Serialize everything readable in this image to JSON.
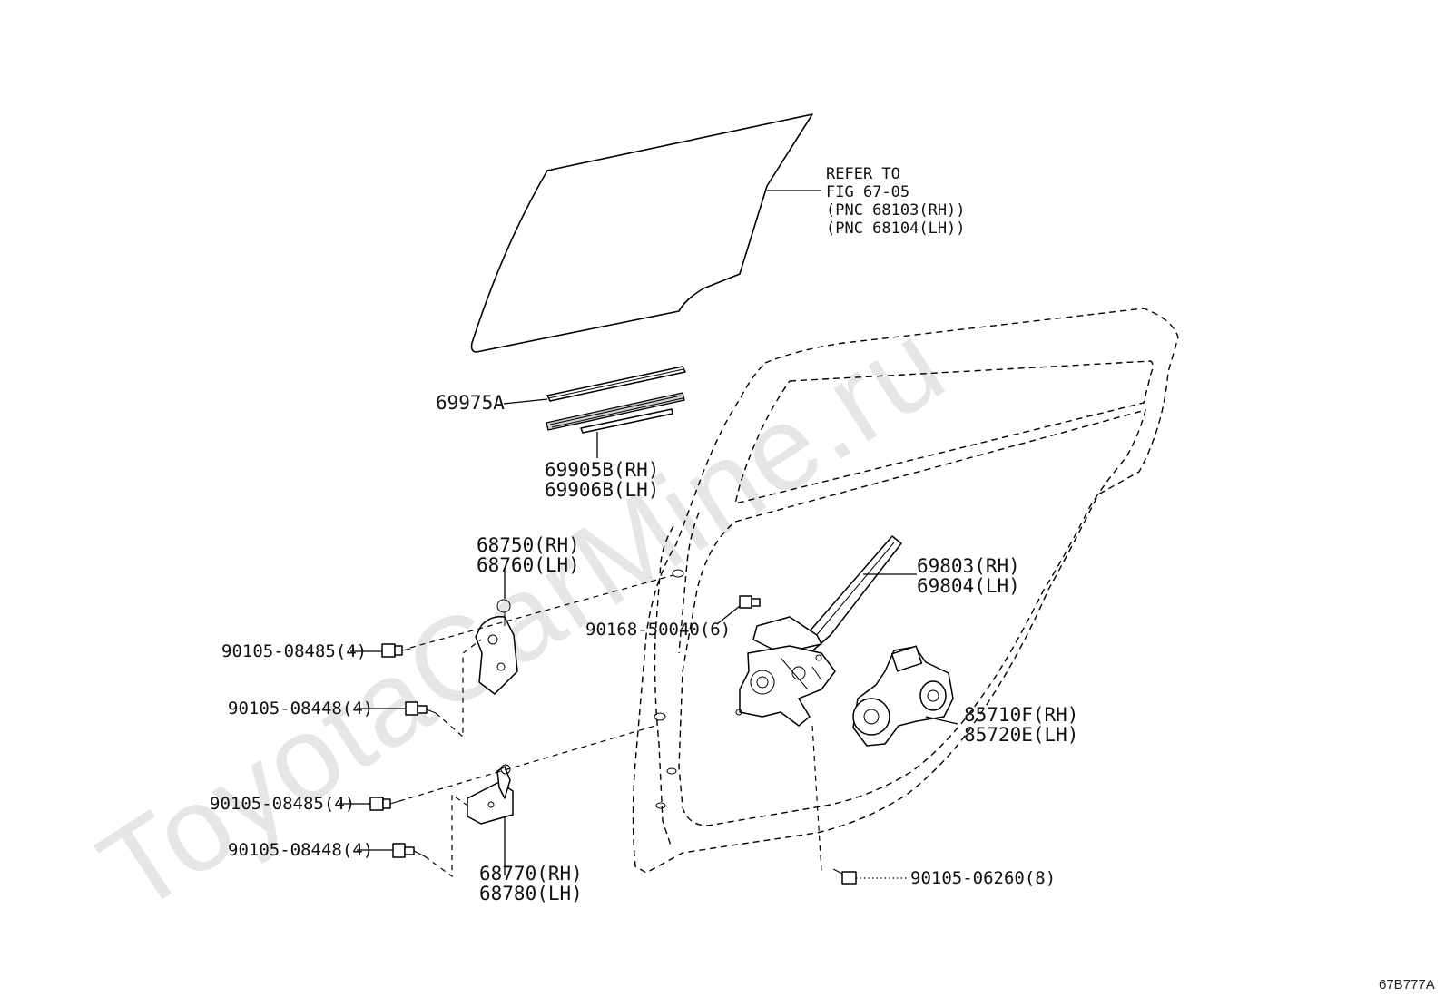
{
  "watermark": "ToyotaCarMine.ru",
  "figure_id": "67B777A",
  "labels": {
    "refer_line1": "REFER TO",
    "refer_line2": "FIG 67-05",
    "refer_line3": "(PNC 68103(RH))",
    "refer_line4": "(PNC 68104(LH))",
    "p69975A": "69975A",
    "p69905B": "69905B(RH)",
    "p69906B": "69906B(LH)",
    "p68750": "68750(RH)",
    "p68760": "68760(LH)",
    "p69803": "69803(RH)",
    "p69804": "69804(LH)",
    "p90168": "90168-50040(6)",
    "p90105_08485_a": "90105-08485(4)",
    "p90105_08448_a": "90105-08448(4)",
    "p85710F": "85710F(RH)",
    "p85720E": "85720E(LH)",
    "p90105_08485_b": "90105-08485(4)",
    "p90105_08448_b": "90105-08448(4)",
    "p68770": "68770(RH)",
    "p68780": "68780(LH)",
    "p90105_06260": "90105-06260(8)"
  }
}
